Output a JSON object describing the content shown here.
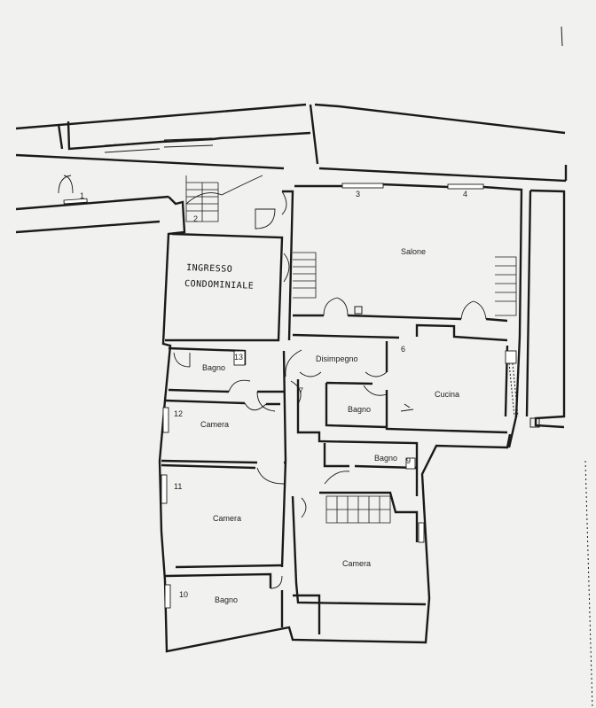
{
  "rooms": {
    "salone": "Salone",
    "disimpegno": "Disimpegno",
    "cucina": "Cucina",
    "bagno_a": "Bagno",
    "bagno_b": "Bagno",
    "bagno_c": "Bagno",
    "bagno_d": "Bagno",
    "camera_a": "Camera",
    "camera_b": "Camera",
    "camera_c": "Camera"
  },
  "handwritten": {
    "line1": "INGRESSO",
    "line2": "CONDOMINIALE"
  },
  "window_numbers": {
    "n1": "1",
    "n2": "2",
    "n3": "3",
    "n4": "4",
    "n6": "6",
    "n7": "7",
    "n9": "9",
    "n10": "10",
    "n11": "11",
    "n12": "12",
    "n13": "13"
  },
  "colors": {
    "paper": "#f1f1ef",
    "ink": "#1a1a1a"
  }
}
